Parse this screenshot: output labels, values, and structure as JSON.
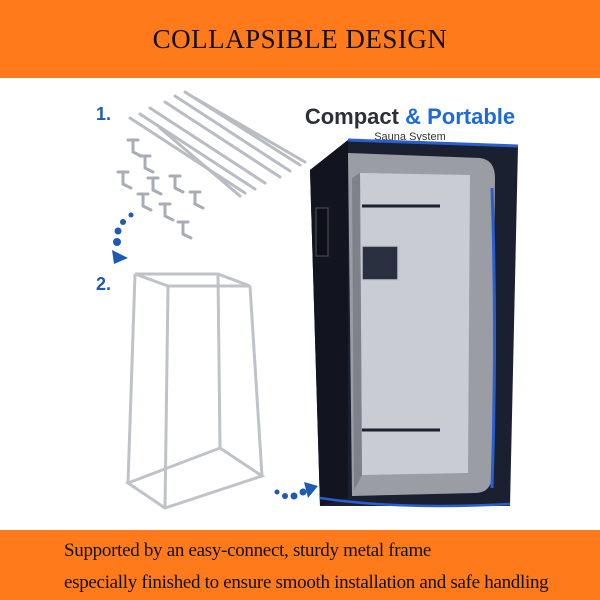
{
  "banner_top": {
    "title": "COLLAPSIBLE  DESIGN"
  },
  "steps": {
    "step1": "1.",
    "step2": "2."
  },
  "heading": {
    "word1": "Compact",
    "amp": "&",
    "word2": "Portable",
    "subtitle": "Sauna System"
  },
  "banner_bottom": {
    "line1": "Supported by an easy-connect, sturdy metal frame",
    "line2": "especially finished to ensure smooth installation and safe handling"
  },
  "colors": {
    "banner": "#ff7a1a",
    "accent": "#1e6ad8",
    "tent": "#1a1f2b"
  },
  "icons": [
    "frame-poles-icon",
    "connector-joints-icon",
    "assembled-frame-icon",
    "sauna-tent-icon",
    "arrow-dots-icon"
  ]
}
